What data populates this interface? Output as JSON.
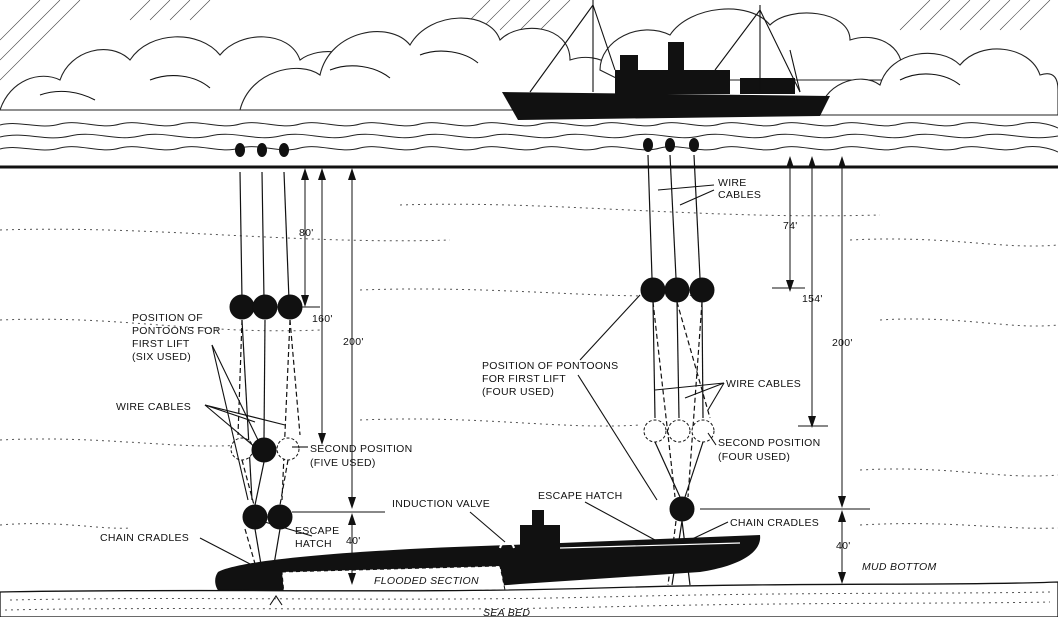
{
  "labels": {
    "left_pontoons_first": [
      "POSITION OF",
      "PONTOONS FOR",
      "FIRST LIFT",
      "(SIX USED)"
    ],
    "left_wire_cables": "WIRE CABLES",
    "left_second_position": [
      "SECOND POSITION",
      "(FIVE USED)"
    ],
    "left_chain_cradles": "CHAIN CRADLES",
    "left_escape_hatch": [
      "ESCAPE",
      "HATCH"
    ],
    "induction_valve": "INDUCTION VALVE",
    "flooded_section": "FLOODED SECTION",
    "sea_bed": "SEA BED",
    "right_wire_cables_top": [
      "WIRE",
      "CABLES"
    ],
    "right_pontoons_first": [
      "POSITION OF PONTOONS",
      "FOR FIRST LIFT",
      "(FOUR USED)"
    ],
    "right_wire_cables_mid": "WIRE CABLES",
    "right_second_position": [
      "SECOND POSITION",
      "(FOUR USED)"
    ],
    "right_escape_hatch": "ESCAPE HATCH",
    "right_chain_cradles": "CHAIN CRADLES",
    "mud_bottom": "MUD BOTTOM"
  },
  "dimensions": {
    "left_80": "80'",
    "left_160": "160'",
    "left_200": "200'",
    "left_40": "40'",
    "right_74": "74'",
    "right_154": "154'",
    "right_200": "200'",
    "right_40": "40'"
  }
}
